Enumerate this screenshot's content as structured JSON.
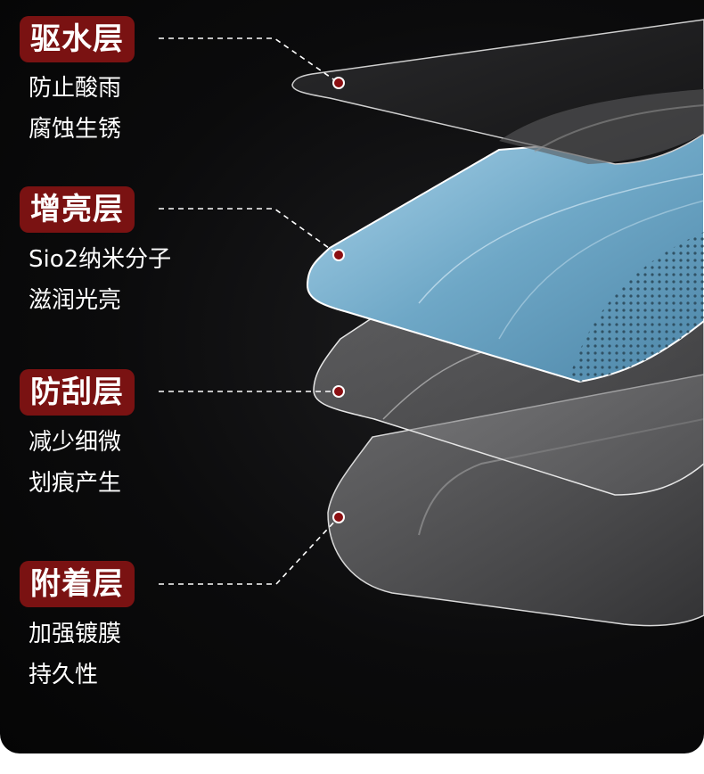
{
  "layers": [
    {
      "title": "驱水层",
      "lines": [
        "防止酸雨",
        "腐蚀生锈"
      ]
    },
    {
      "title": "增亮层",
      "lines": [
        "Sio2纳米分子",
        "滋润光亮"
      ]
    },
    {
      "title": "防刮层",
      "lines": [
        "减少细微",
        "划痕产生"
      ]
    },
    {
      "title": "附着层",
      "lines": [
        "加强镀膜",
        "持久性"
      ]
    }
  ],
  "colors": {
    "label_bg": "#7a1212",
    "marker": "#8b0f12",
    "background": "#0b0b0c",
    "blue_layer": "#7fb3cf"
  }
}
